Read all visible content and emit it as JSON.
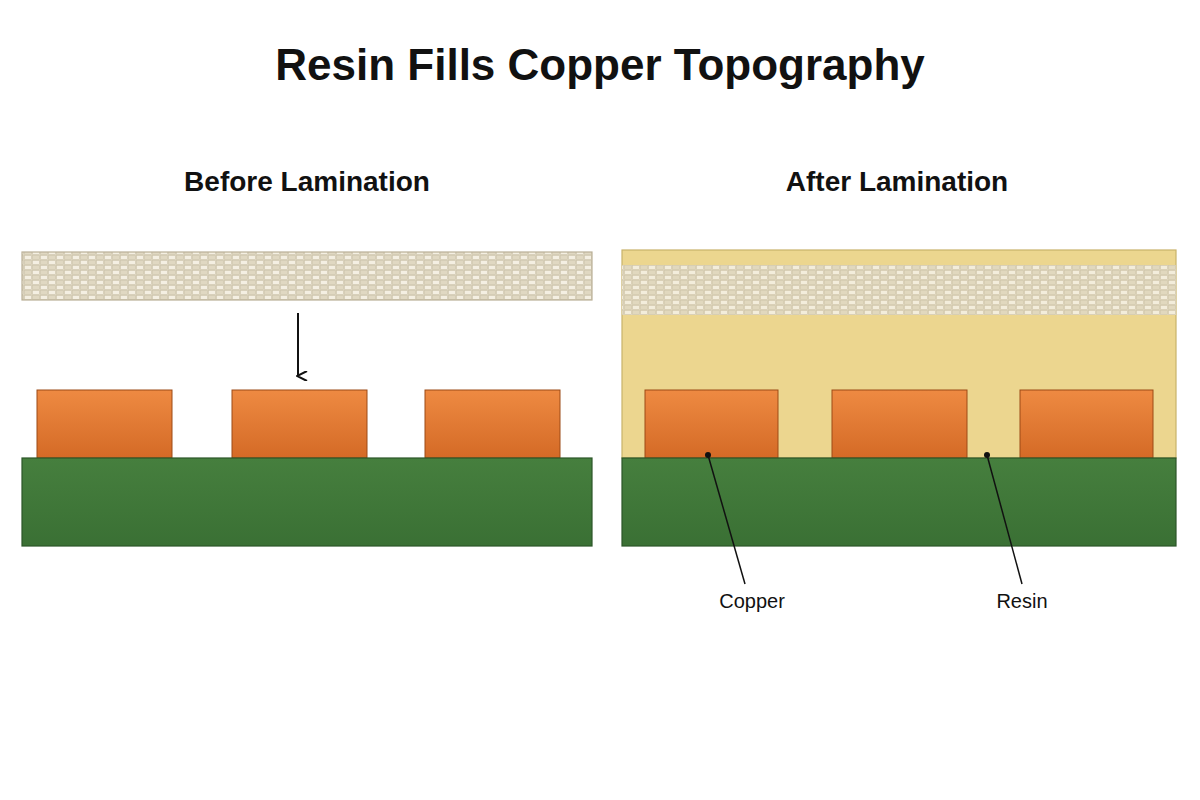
{
  "diagram": {
    "title": "Resin Fills Copper Topography",
    "labels": [
      "Before Lamination",
      "After Lamination",
      "Copper",
      "Resin"
    ]
  }
}
